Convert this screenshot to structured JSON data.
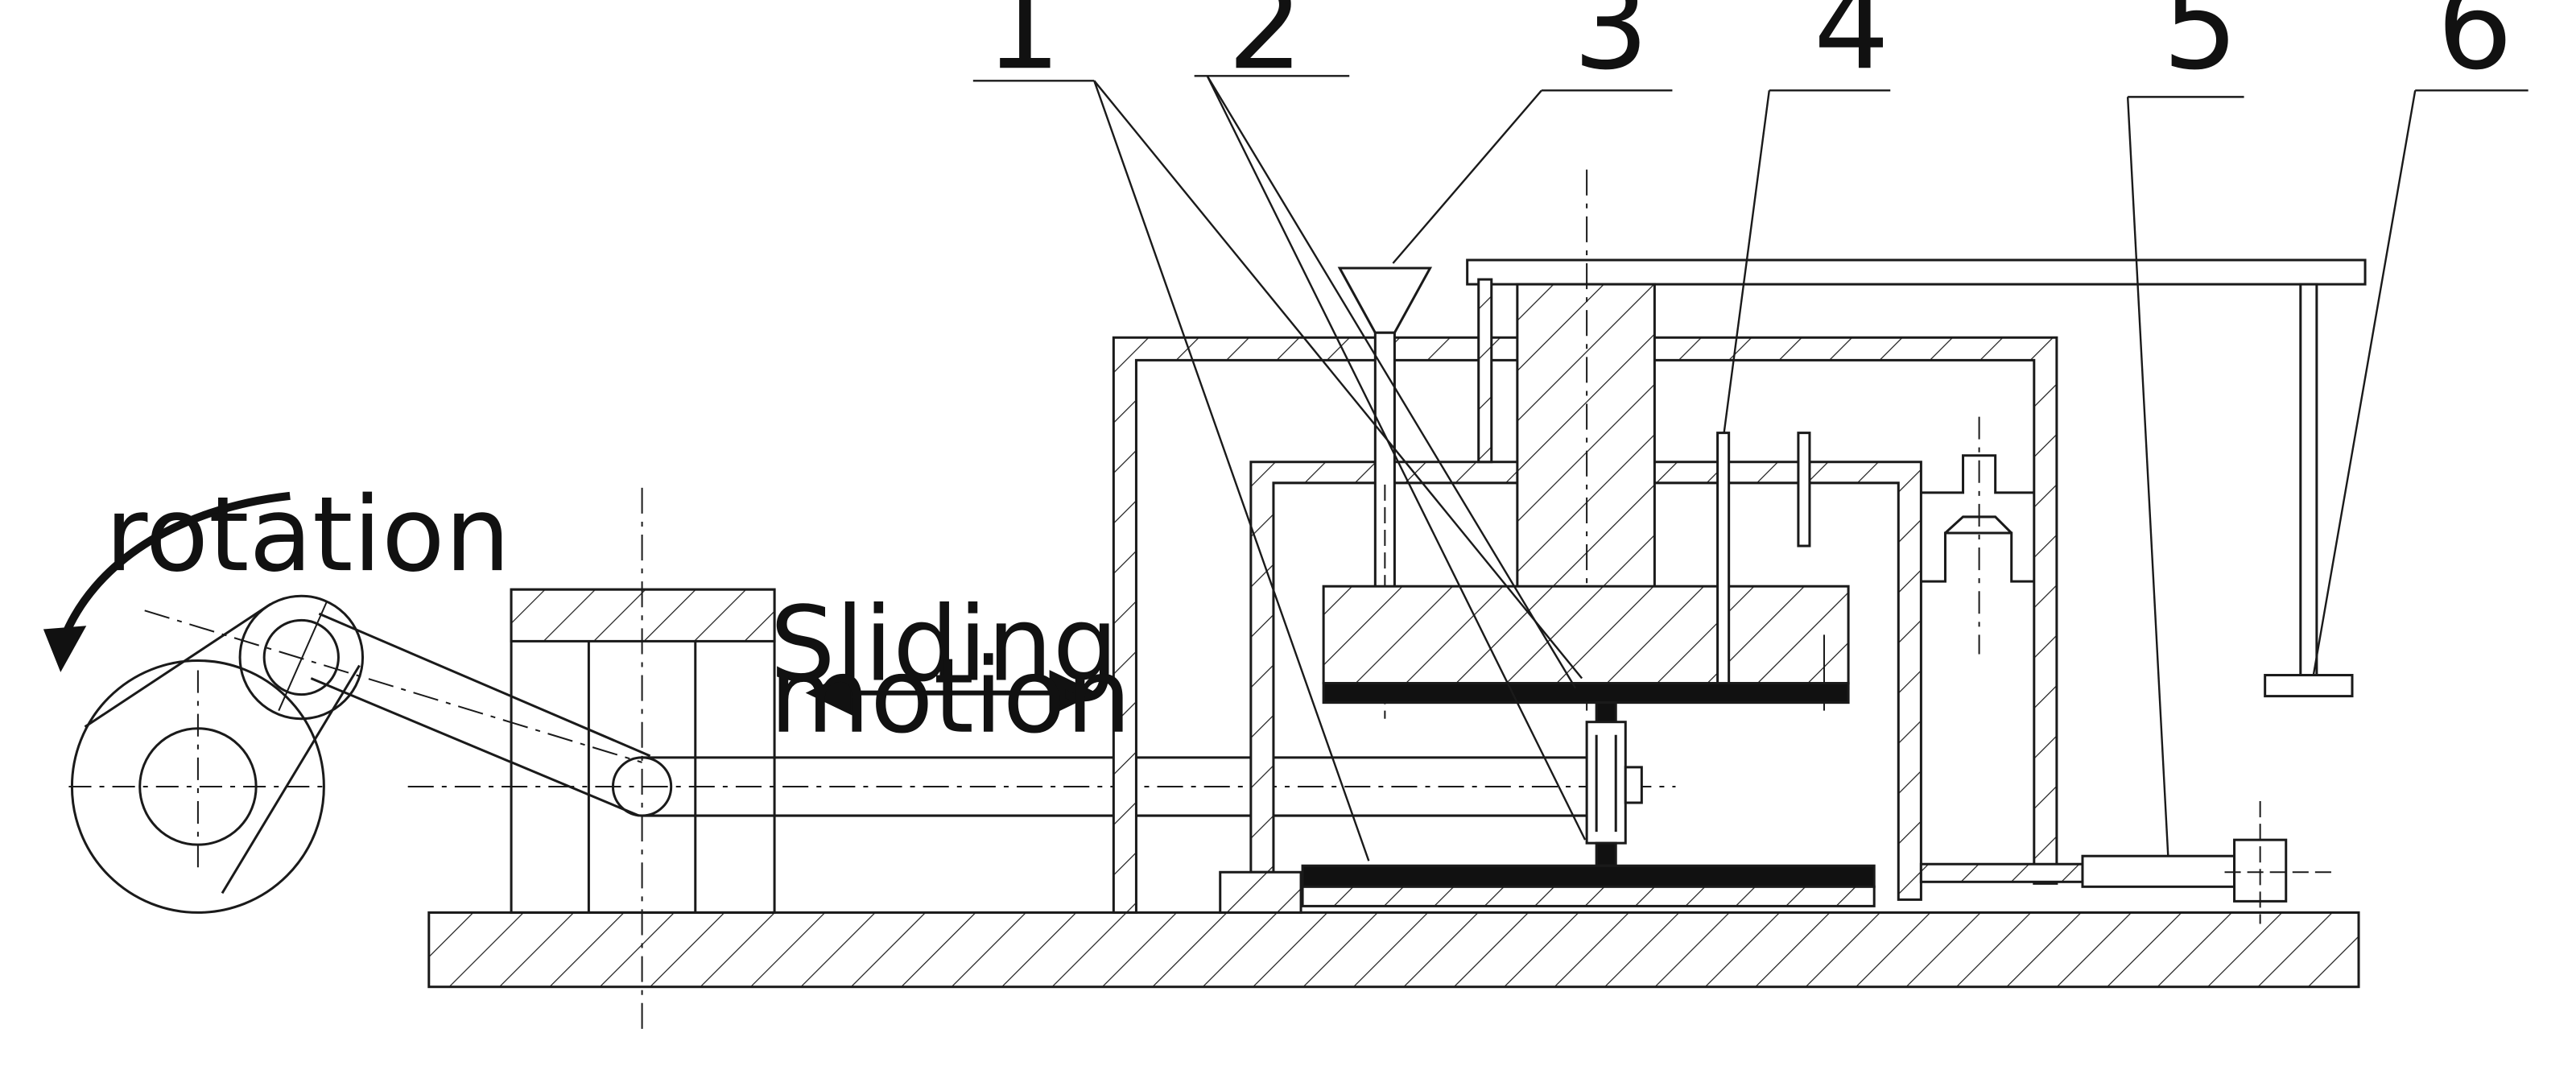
{
  "labels": {
    "part_1": "1",
    "part_2": "2",
    "part_3": "3",
    "part_4": "4",
    "part_5": "5",
    "part_6": "6",
    "rotation": "rotation",
    "sliding_line1": "Sliding",
    "sliding_line2": "motion"
  },
  "colors": {
    "line": "#1a1a1a",
    "background": "#ffffff"
  }
}
